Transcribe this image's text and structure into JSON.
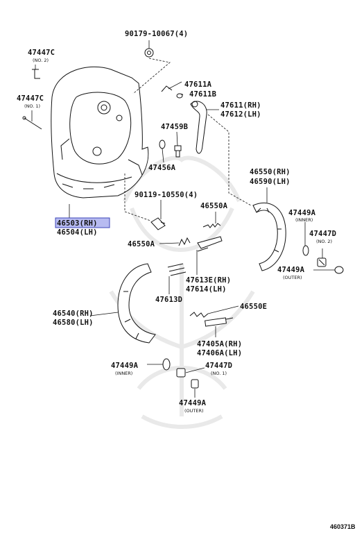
{
  "labels": {
    "p90179": "90179-10067(4)",
    "p47447c_2": "47447C",
    "p47447c_2_sub": "(NO. 2)",
    "p47447c_1": "47447C",
    "p47447c_1_sub": "(NO. 1)",
    "p47611a": "47611A",
    "p47611b": "47611B",
    "p47611": "47611(RH)",
    "p47612": "47612(LH)",
    "p47459b": "47459B",
    "p47456a": "47456A",
    "p46550": "46550(RH)",
    "p46590": "46590(LH)",
    "p90119": "90119-10550(4)",
    "p46550a_top": "46550A",
    "p47449a_inner_r": "47449A",
    "p47449a_inner_r_sub": "(INNER)",
    "p47447d_2": "47447D",
    "p47447d_2_sub": "(NO. 2)",
    "p46503": "46503(RH)",
    "p46504": "46504(LH)",
    "p46550a_left": "46550A",
    "p47449a_outer_r": "47449A",
    "p47449a_outer_r_sub": "(OUTER)",
    "p47613e": "47613E(RH)",
    "p47614": "47614(LH)",
    "p47613d": "47613D",
    "p46550e": "46550E",
    "p46540": "46540(RH)",
    "p46580": "46580(LH)",
    "p47405a": "47405A(RH)",
    "p47406a": "47406A(LH)",
    "p47449a_inner_l": "47449A",
    "p47449a_inner_l_sub": "(INNER)",
    "p47447d_1": "47447D",
    "p47447d_1_sub": "(NO. 1)",
    "p47449a_outer_l": "47449A",
    "p47449a_outer_l_sub": "(OUTER)",
    "figure_id": "460371B"
  },
  "highlight": {
    "label": "46503(RH)",
    "color": "#7b84e6"
  }
}
